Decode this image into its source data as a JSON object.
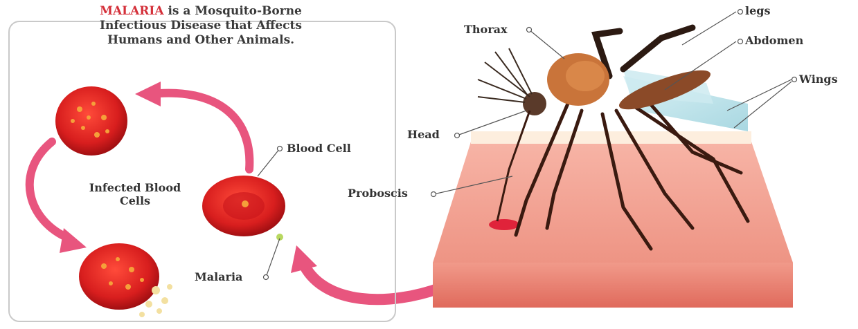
{
  "title": {
    "highlight": "MALARIA",
    "rest_line1": " is a Mosquito-Borne",
    "line2": "Infectious Disease that Affects",
    "line3": "Humans and Other Animals."
  },
  "labels": {
    "blood_cell": "Blood Cell",
    "infected_line1": "Infected Blood",
    "infected_line2": "Cells",
    "malaria": "Malaria",
    "thorax": "Thorax",
    "legs": "legs",
    "abdomen": "Abdomen",
    "wings": "Wings",
    "head": "Head",
    "proboscis": "Proboscis"
  },
  "colors": {
    "cell_red": "#d81e1e",
    "arrow_pink": "#e8557e",
    "skin": "#f4a89a",
    "mosquito_brown": "#7a3a1e",
    "wing_blue": "#bfe3ea"
  }
}
